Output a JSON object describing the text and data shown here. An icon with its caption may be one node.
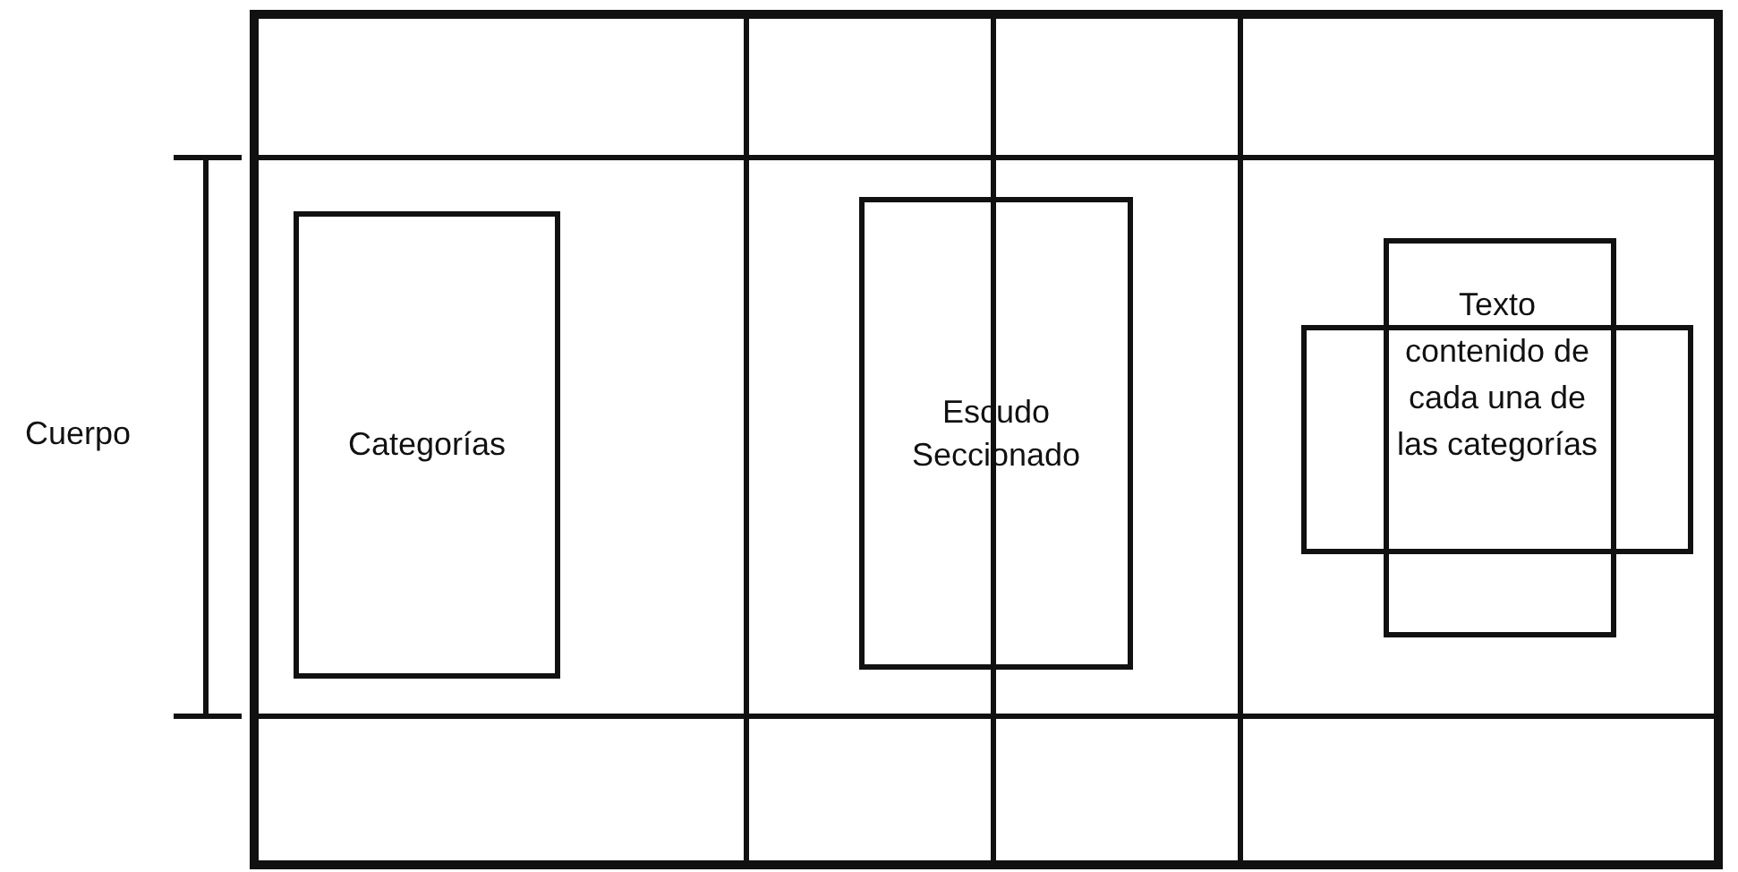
{
  "diagram": {
    "nodes": [
      {
        "text": [
          "Categorías"
        ]
      },
      {
        "text": [
          "Escudo Seccionado"
        ]
      },
      {
        "text": [
          "Texto contenido de cada una de las categorías"
        ]
      }
    ],
    "labels": [
      "Cuerpo"
    ]
  }
}
